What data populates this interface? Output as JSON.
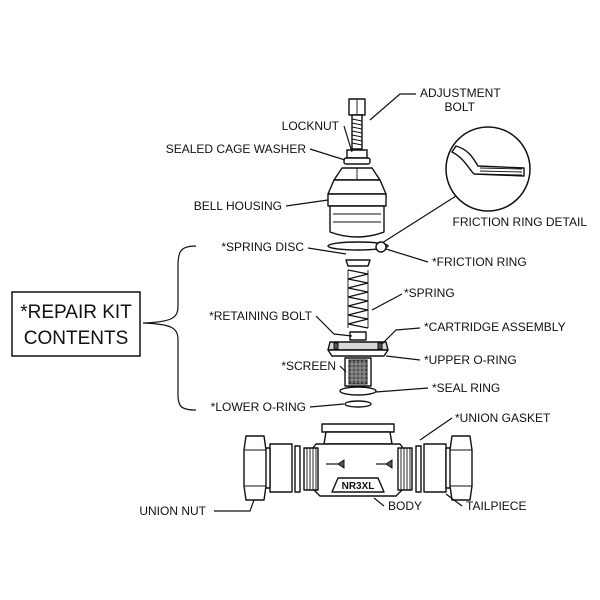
{
  "diagram": {
    "repair_kit_title": [
      "*REPAIR KIT",
      "CONTENTS"
    ],
    "body_marking": "NR3XL",
    "callouts": {
      "adjustment_bolt": [
        "ADJUSTMENT",
        "BOLT"
      ],
      "locknut": "LOCKNUT",
      "sealed_cage_washer": "SEALED CAGE WASHER",
      "bell_housing": "BELL HOUSING",
      "friction_ring_detail": "FRICTION RING DETAIL",
      "spring_disc": "*SPRING DISC",
      "friction_ring": "*FRICTION RING",
      "spring": "*SPRING",
      "retaining_bolt": "*RETAINING BOLT",
      "cartridge_assembly": "*CARTRIDGE ASSEMBLY",
      "upper_o_ring": "*UPPER O-RING",
      "screen": "*SCREEN",
      "seal_ring": "*SEAL RING",
      "lower_o_ring": "*LOWER O-RING",
      "union_gasket": "*UNION GASKET",
      "union_nut": "UNION NUT",
      "body": "BODY",
      "tailpiece": "TAILPIECE"
    }
  }
}
